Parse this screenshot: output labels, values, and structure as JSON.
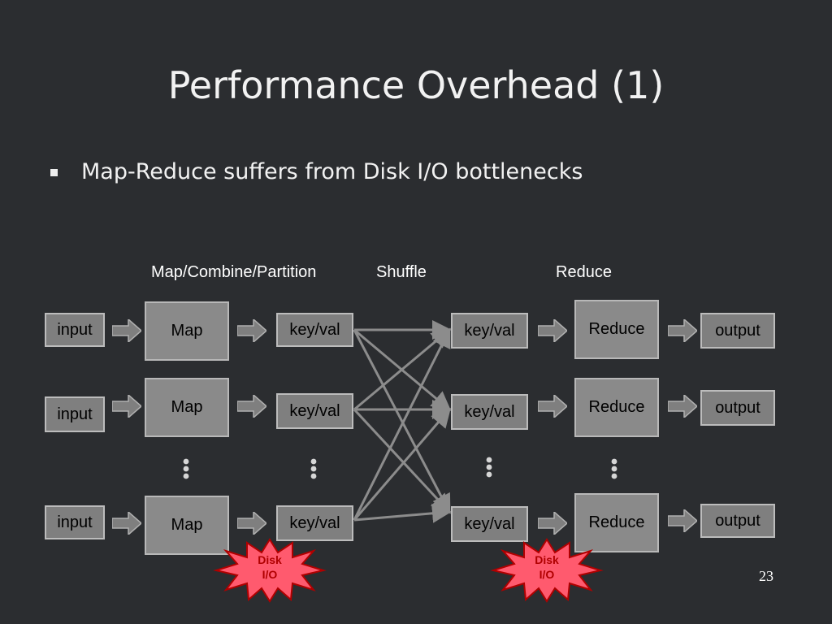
{
  "slide": {
    "title": "Performance Overhead (1)",
    "bullet": "Map-Reduce suffers from Disk I/O bottlenecks",
    "page_number": "23"
  },
  "diagram": {
    "column_labels": {
      "map": "Map/Combine/Partition",
      "shuffle": "Shuffle",
      "reduce": "Reduce"
    },
    "rows": [
      {
        "input": "input",
        "map": "Map",
        "map_kv": "key/val",
        "reduce_kv": "key/val",
        "reduce": "Reduce",
        "output": "output"
      },
      {
        "input": "input",
        "map": "Map",
        "map_kv": "key/val",
        "reduce_kv": "key/val",
        "reduce": "Reduce",
        "output": "output"
      },
      {
        "input": "input",
        "map": "Map",
        "map_kv": "key/val",
        "reduce_kv": "key/val",
        "reduce": "Reduce",
        "output": "output"
      }
    ],
    "disk_io_label_1": "Disk",
    "disk_io_label_2": "I/O",
    "colors": {
      "box_fill": "#7f7f7f",
      "connector": "#8c8c8c",
      "burst_fill": "#ff5a6e",
      "burst_text": "#b00000"
    }
  }
}
